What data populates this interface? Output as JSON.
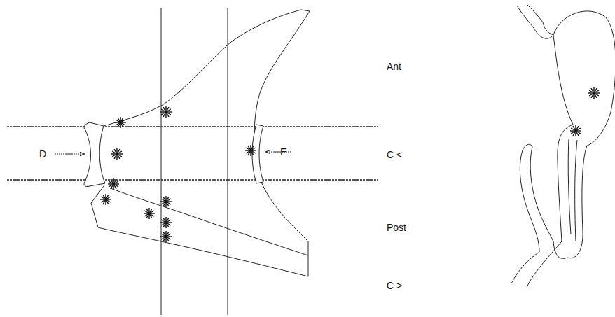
{
  "diagram": {
    "labels": [
      "D",
      "E",
      "Ant",
      "C <",
      "Post",
      "C >"
    ]
  }
}
